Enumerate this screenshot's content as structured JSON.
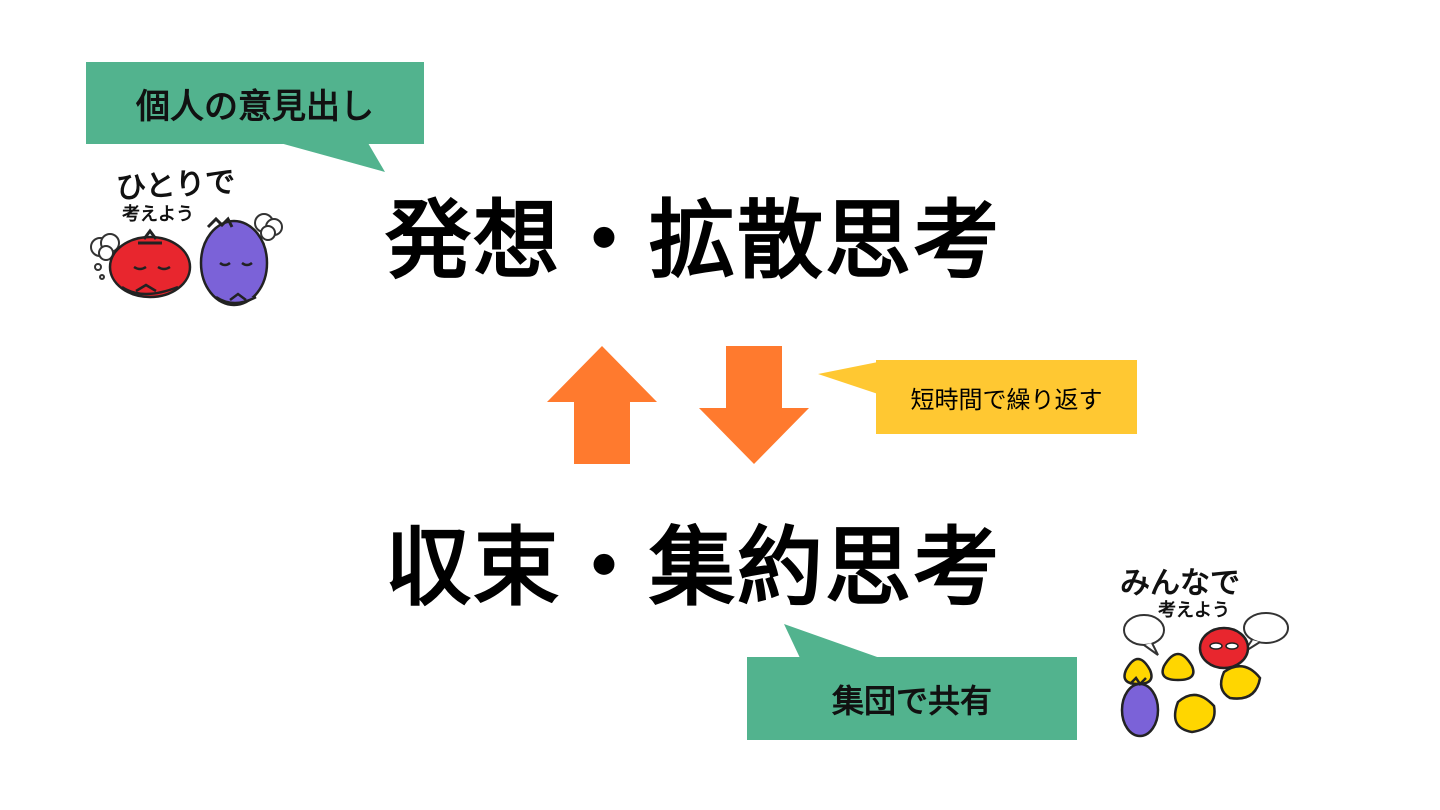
{
  "callouts": {
    "individual": "個人の意見出し",
    "repeat": "短時間で繰り返す",
    "share": "集団で共有"
  },
  "headings": {
    "divergent": "発想・拡散思考",
    "convergent": "収束・集約思考"
  },
  "illustrations": {
    "alone_text_1": "ひとりで",
    "alone_text_2": "考えよう",
    "together_text_1": "みんなで",
    "together_text_2": "考えよう"
  },
  "colors": {
    "green": "#52b38e",
    "yellow": "#ffc832",
    "orange": "#ff7a2e",
    "tomato": "#e8262e",
    "eggplant": "#7b62d8",
    "onion": "#ffd600"
  }
}
